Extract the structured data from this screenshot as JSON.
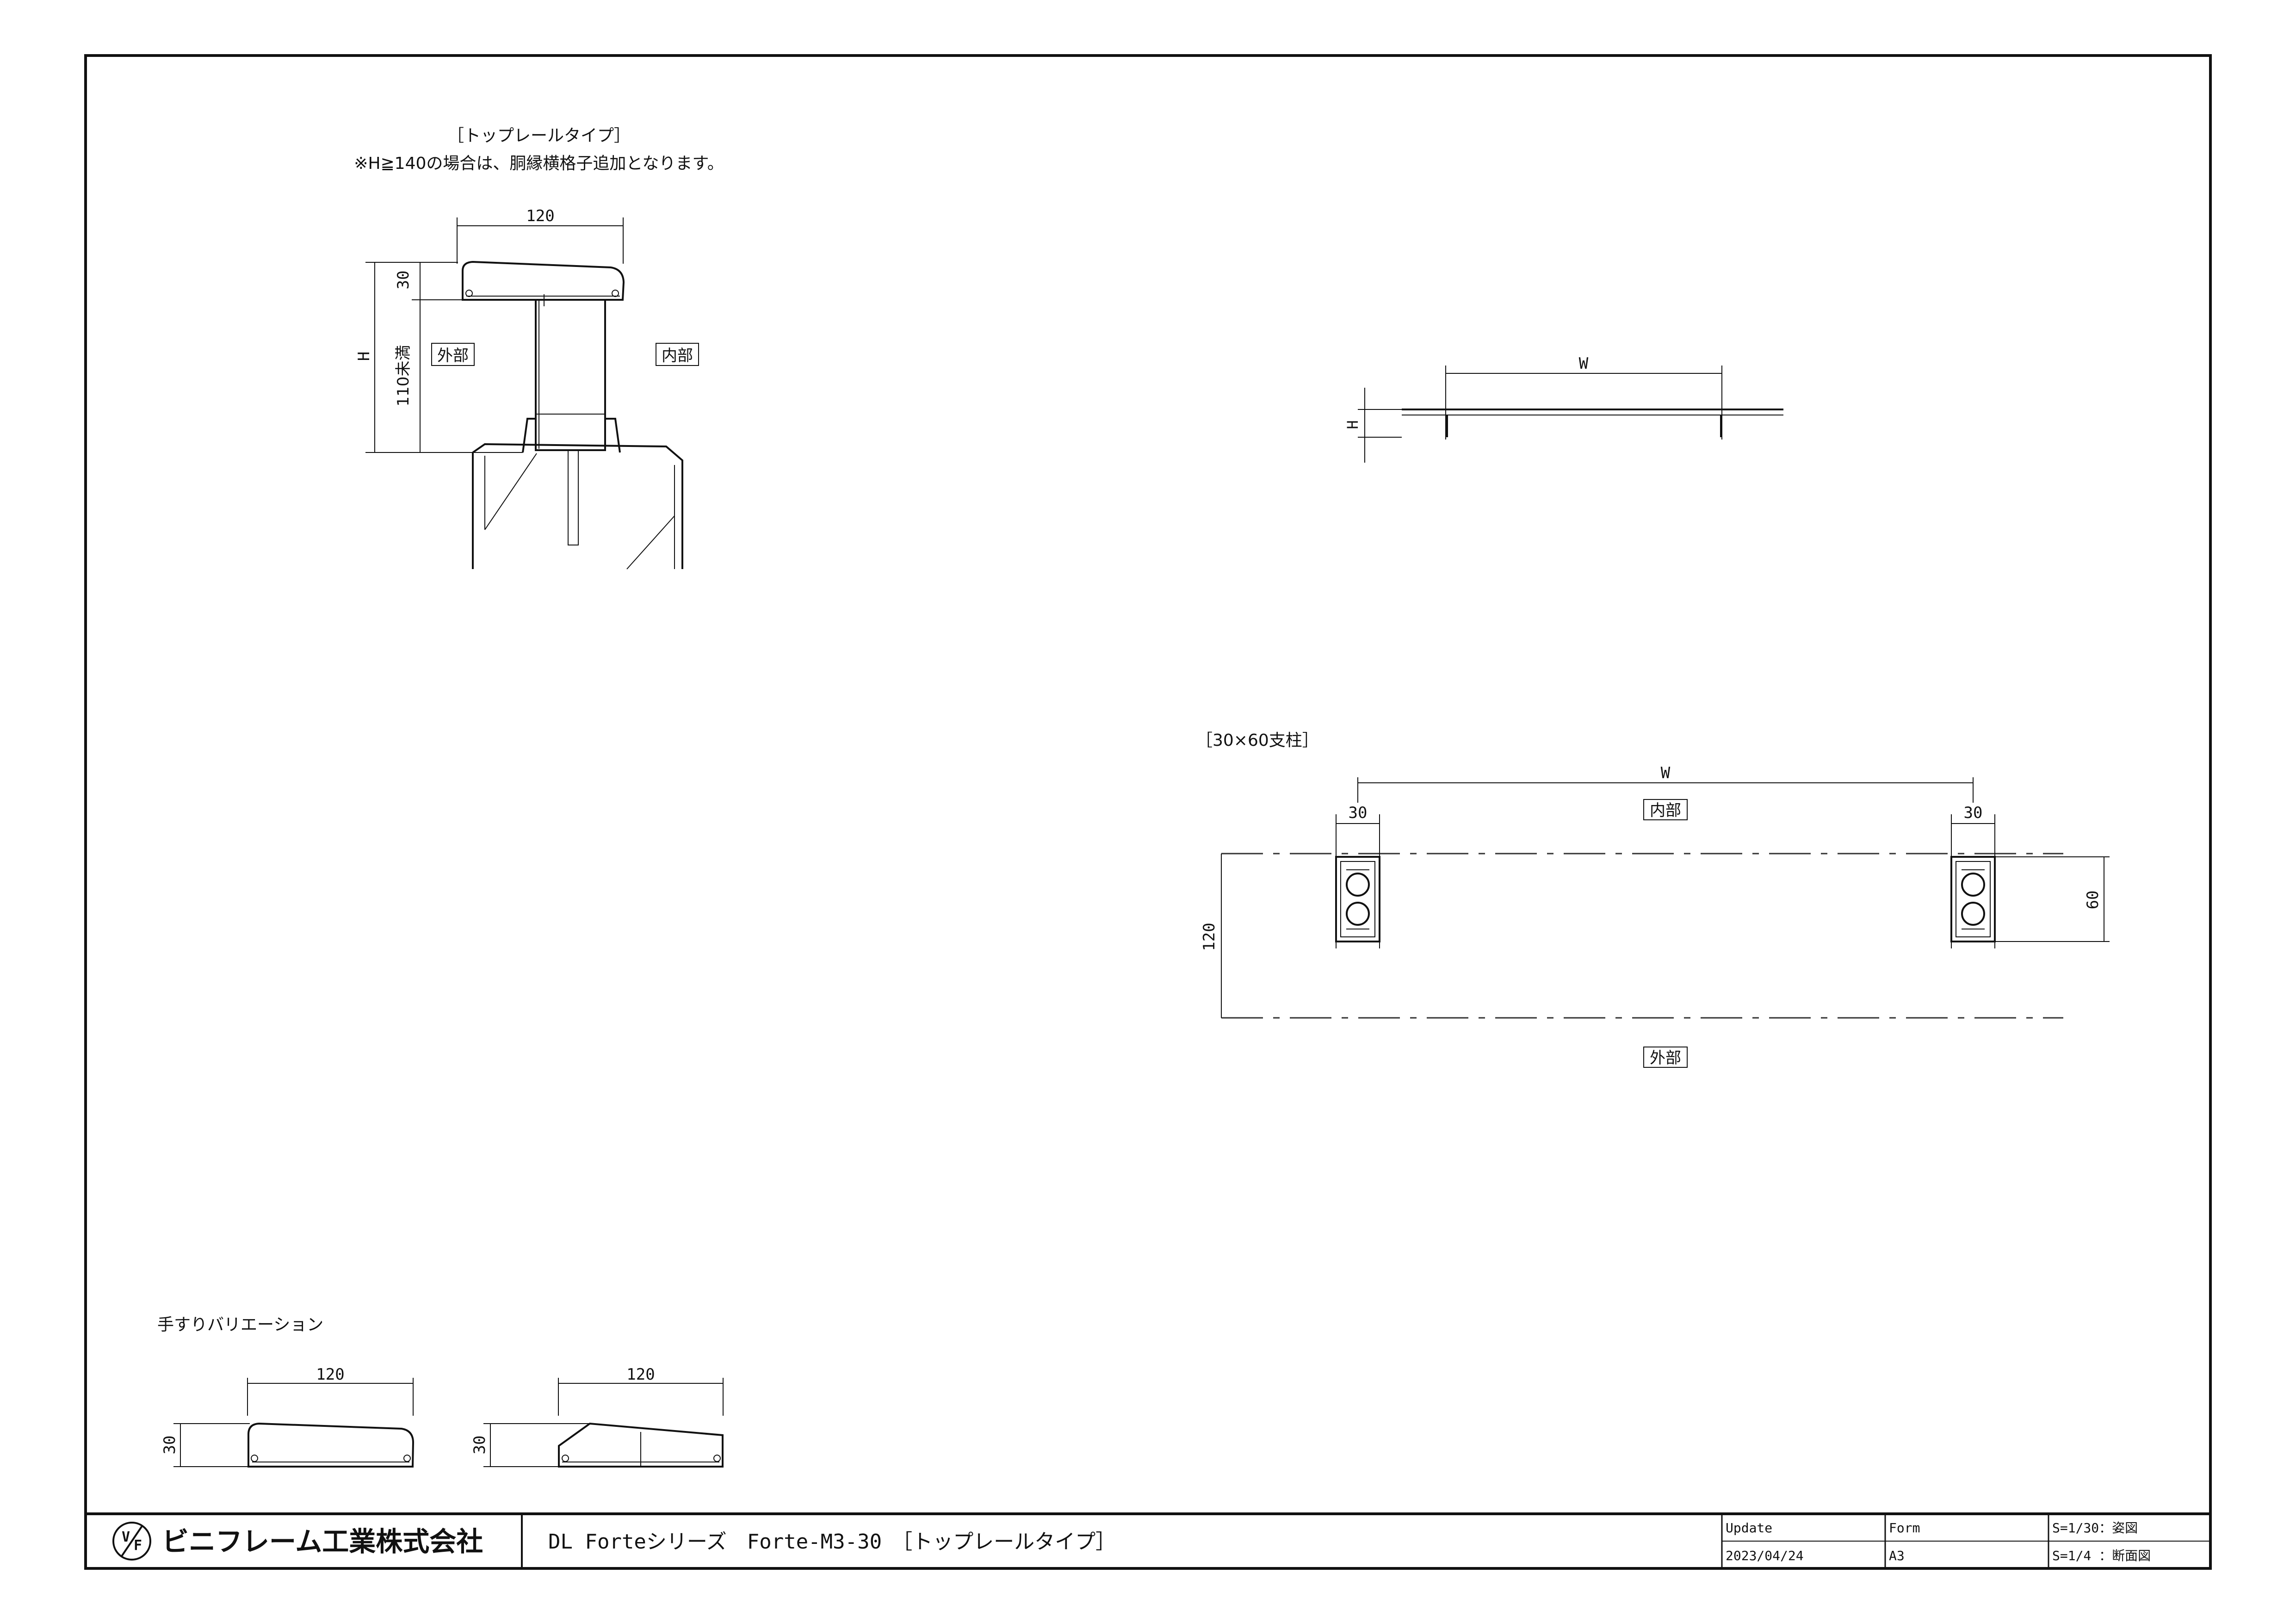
{
  "top_section": {
    "title": "［トップレールタイプ］",
    "note": "※H≧140の場合は、胴縁横格子追加となります。",
    "dim_width": "120",
    "dim_rail_height": "30",
    "dim_overall": "H",
    "dim_gap": "110未満",
    "label_outside": "外部",
    "label_inside": "内部"
  },
  "elevation": {
    "dim_width": "W",
    "dim_height": "H"
  },
  "plan": {
    "title": "［30×60支柱］",
    "dim_width": "W",
    "dim_post_left": "30",
    "dim_post_right": "30",
    "dim_depth": "120",
    "dim_post_depth": "60",
    "label_inside": "内部",
    "label_outside": "外部"
  },
  "variations": {
    "title": "手すりバリエーション",
    "items": [
      {
        "dim_width": "120",
        "dim_height": "30"
      },
      {
        "dim_width": "120",
        "dim_height": "30"
      }
    ]
  },
  "title_block": {
    "company": "ビニフレーム工業株式会社",
    "drawing_title": "DL Forteシリーズ　Forte-M3-30　［トップレールタイプ］",
    "update_label": "Update",
    "update_value": "2023/04/24",
    "form_label": "Form",
    "form_value": "A3",
    "scale_1": "S=1/30：姿図",
    "scale_2": "S=1/4 ：断面図"
  }
}
